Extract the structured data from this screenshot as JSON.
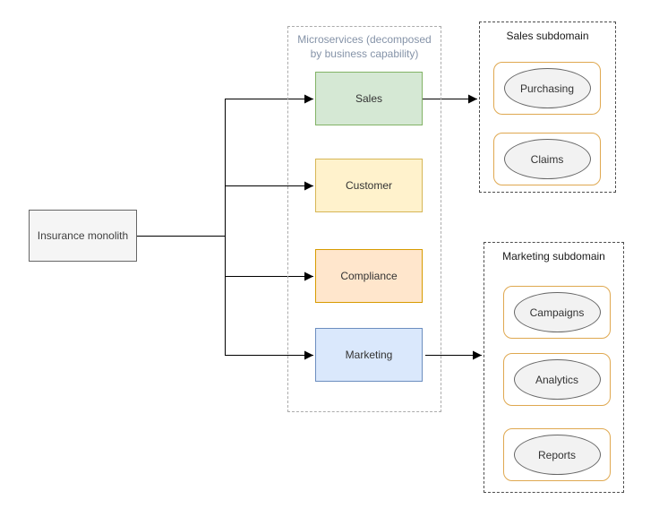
{
  "diagram": {
    "monolith": {
      "label": "Insurance monolith"
    },
    "microservices_group": {
      "title": "Microservices (decomposed by business capability)"
    },
    "services": [
      {
        "label": "Sales",
        "fill": "#d5e8d4",
        "stroke": "#82b366"
      },
      {
        "label": "Customer",
        "fill": "#fff2cc",
        "stroke": "#d6b656"
      },
      {
        "label": "Compliance",
        "fill": "#ffe6cc",
        "stroke": "#d79b00"
      },
      {
        "label": "Marketing",
        "fill": "#dae8fc",
        "stroke": "#6c8ebf"
      }
    ],
    "subdomains": [
      {
        "title": "Sales subdomain",
        "items": [
          "Purchasing",
          "Claims"
        ]
      },
      {
        "title": "Marketing subdomain",
        "items": [
          "Campaigns",
          "Analytics",
          "Reports"
        ]
      }
    ],
    "colors": {
      "monolith_fill": "#f5f5f5",
      "monolith_stroke": "#666666",
      "connector": "#000000",
      "group_border": "#ababab",
      "group_title_text": "#8593a8",
      "subdomain_border": "#4d4d4d",
      "capability_border": "#dfa850",
      "ellipse_fill": "#f2f2f2",
      "ellipse_stroke": "#666666"
    }
  }
}
